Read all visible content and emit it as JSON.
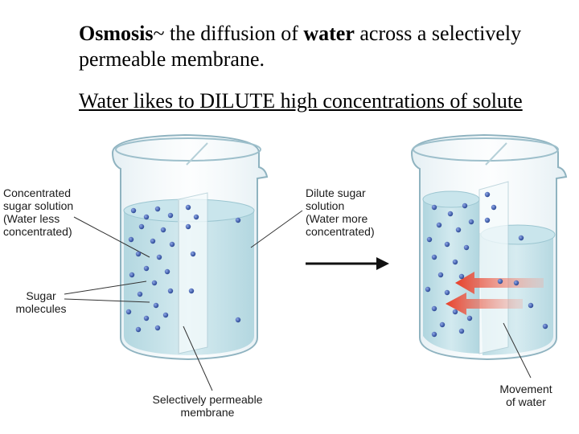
{
  "heading": {
    "term": "Osmosis",
    "rest_a": "~ the diffusion of ",
    "word": "water",
    "rest_b": " across a selectively permeable membrane."
  },
  "subheading": "Water likes to DILUTE high concentrations of solute",
  "labels": {
    "left": [
      "Concentrated",
      "sugar solution",
      "(Water less",
      "concentrated)"
    ],
    "right": [
      "Dilute sugar",
      "solution",
      "(Water more",
      "concentrated)"
    ],
    "sugar": [
      "Sugar",
      "molecules"
    ],
    "membrane": [
      "Selectively permeable",
      "membrane"
    ],
    "movement": [
      "Movement",
      "of water"
    ]
  },
  "colors": {
    "solution": "#b9dbe3",
    "molecule": "#2f4fa6",
    "arrow": "#e8462e"
  }
}
